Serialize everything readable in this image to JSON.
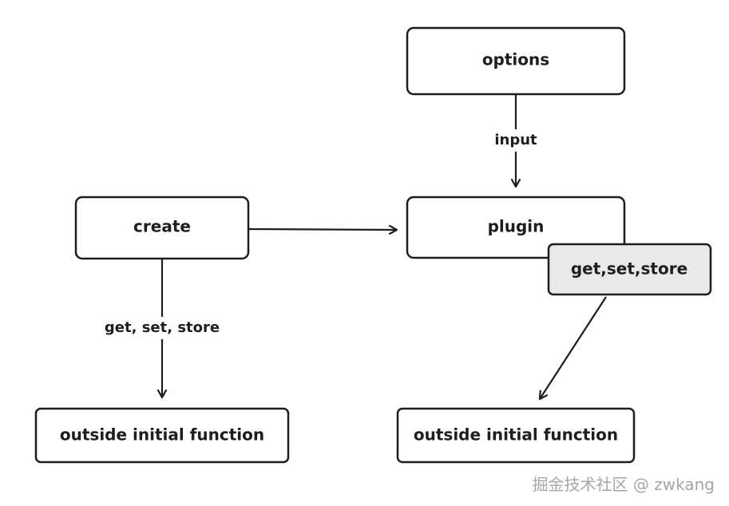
{
  "diagram": {
    "nodes": {
      "options": "options",
      "create": "create",
      "plugin": "plugin",
      "plugin_output": "get,set,store",
      "outside_left": "outside initial function",
      "outside_right": "outside initial function"
    },
    "edges": {
      "options_to_plugin": "input",
      "create_to_outside": "get, set, store"
    }
  },
  "colors": {
    "stroke": "#1e1e1e",
    "highlight_fill": "#e9e9e9",
    "watermark": "#a6a6a6"
  },
  "watermark": "掘金技术社区 @ zwkang"
}
